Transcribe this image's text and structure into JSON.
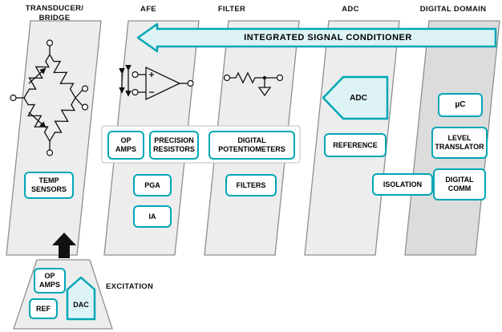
{
  "colors": {
    "teal_border": "#00a7b5",
    "teal_fill": "#def3f5",
    "panel_fill": "#ededed",
    "panel_dark_fill": "#dcdcdc",
    "panel_border": "#8f8f8f",
    "circuit_black": "#111111"
  },
  "headers": {
    "transducer": "TRANSDUCER/\nBRIDGE",
    "afe": "AFE",
    "filter": "FILTER",
    "adc": "ADC",
    "digital": "DIGITAL DOMAIN"
  },
  "banner": {
    "label": "INTEGRATED SIGNAL CONDITIONER"
  },
  "transducer_panel": {
    "temp_sensors": "TEMP\nSENSORS"
  },
  "afe_panel": {
    "op_amps": "OP\nAMPS",
    "precision_resistors": "PRECISION\nRESISTORS",
    "pga": "PGA",
    "ia": "IA"
  },
  "filter_panel": {
    "digital_potentiometers": "DIGITAL\nPOTENTIOMETERS",
    "filters": "FILTERS"
  },
  "adc_panel": {
    "adc": "ADC",
    "reference": "REFERENCE",
    "isolation": "ISOLATION"
  },
  "digital_panel": {
    "uc": "µC",
    "level_translator": "LEVEL\nTRANSLATOR",
    "digital_comm": "DIGITAL\nCOMM"
  },
  "excitation": {
    "label": "EXCITATION",
    "op_amps": "OP\nAMPS",
    "ref": "REF",
    "dac": "DAC"
  }
}
